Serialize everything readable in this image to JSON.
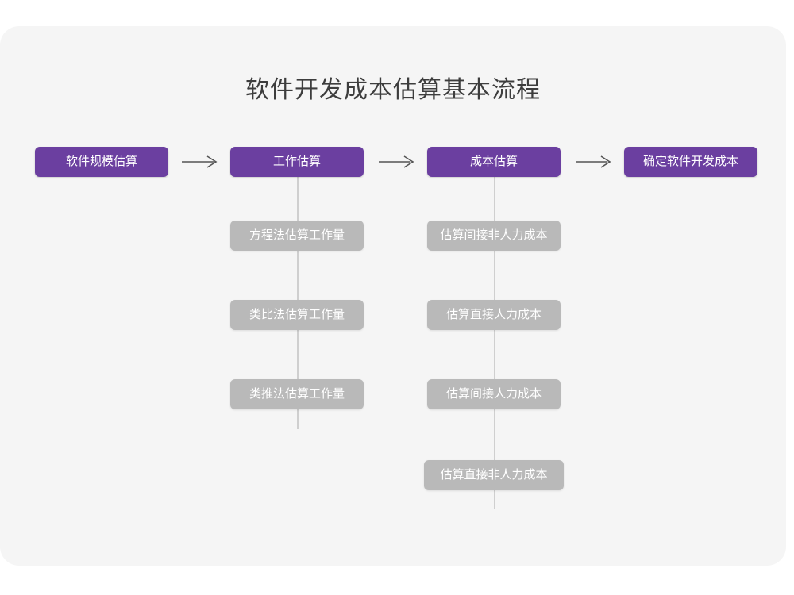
{
  "diagram": {
    "type": "flowchart",
    "title": "软件开发成本估算基本流程",
    "colors": {
      "card_background": "#f5f5f5",
      "page_background": "#ffffff",
      "primary_node": "#6b3fa0",
      "secondary_node": "#b9b9b9",
      "node_text": "#ffffff",
      "title_text": "#3d3d3d",
      "connector": "#cfcfcf",
      "arrow": "#555555"
    },
    "main_flow": [
      {
        "id": "step-1",
        "label": "软件规模估算"
      },
      {
        "id": "step-2",
        "label": "工作估算"
      },
      {
        "id": "step-3",
        "label": "成本估算"
      },
      {
        "id": "step-4",
        "label": "确定软件开发成本"
      }
    ],
    "arrows": [
      {
        "id": "arrow-1",
        "from": "step-1",
        "to": "step-2",
        "glyph": "→"
      },
      {
        "id": "arrow-2",
        "from": "step-2",
        "to": "step-3",
        "glyph": "→"
      },
      {
        "id": "arrow-3",
        "from": "step-3",
        "to": "step-4",
        "glyph": "→"
      }
    ],
    "sub_flows": [
      {
        "parent": "step-2",
        "items": [
          {
            "id": "work-1",
            "label": "方程法估算工作量"
          },
          {
            "id": "work-2",
            "label": "类比法估算工作量"
          },
          {
            "id": "work-3",
            "label": "类推法估算工作量"
          }
        ]
      },
      {
        "parent": "step-3",
        "items": [
          {
            "id": "cost-1",
            "label": "估算间接非人力成本"
          },
          {
            "id": "cost-2",
            "label": "估算直接人力成本"
          },
          {
            "id": "cost-3",
            "label": "估算间接人力成本"
          },
          {
            "id": "cost-4",
            "label": "估算直接非人力成本"
          }
        ]
      }
    ]
  }
}
